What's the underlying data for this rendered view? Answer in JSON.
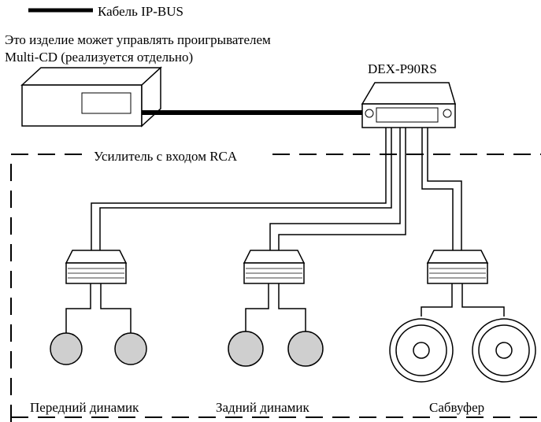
{
  "legend": {
    "label": "Кабель IP-BUS"
  },
  "note": {
    "line1": "Это изделие может управлять проигрывателем",
    "line2": "Multi-CD (реализуется отдельно)"
  },
  "head_unit": {
    "label": "DEX-P90RS"
  },
  "amplifier": {
    "label": "Усилитель с входом RCA"
  },
  "speakers": {
    "front": "Передний динамик",
    "rear": "Задний динамик",
    "subwoofer": "Сабвуфер"
  },
  "colors": {
    "line": "#000000",
    "speaker_fill": "#cfcfcf",
    "background": "#ffffff"
  }
}
